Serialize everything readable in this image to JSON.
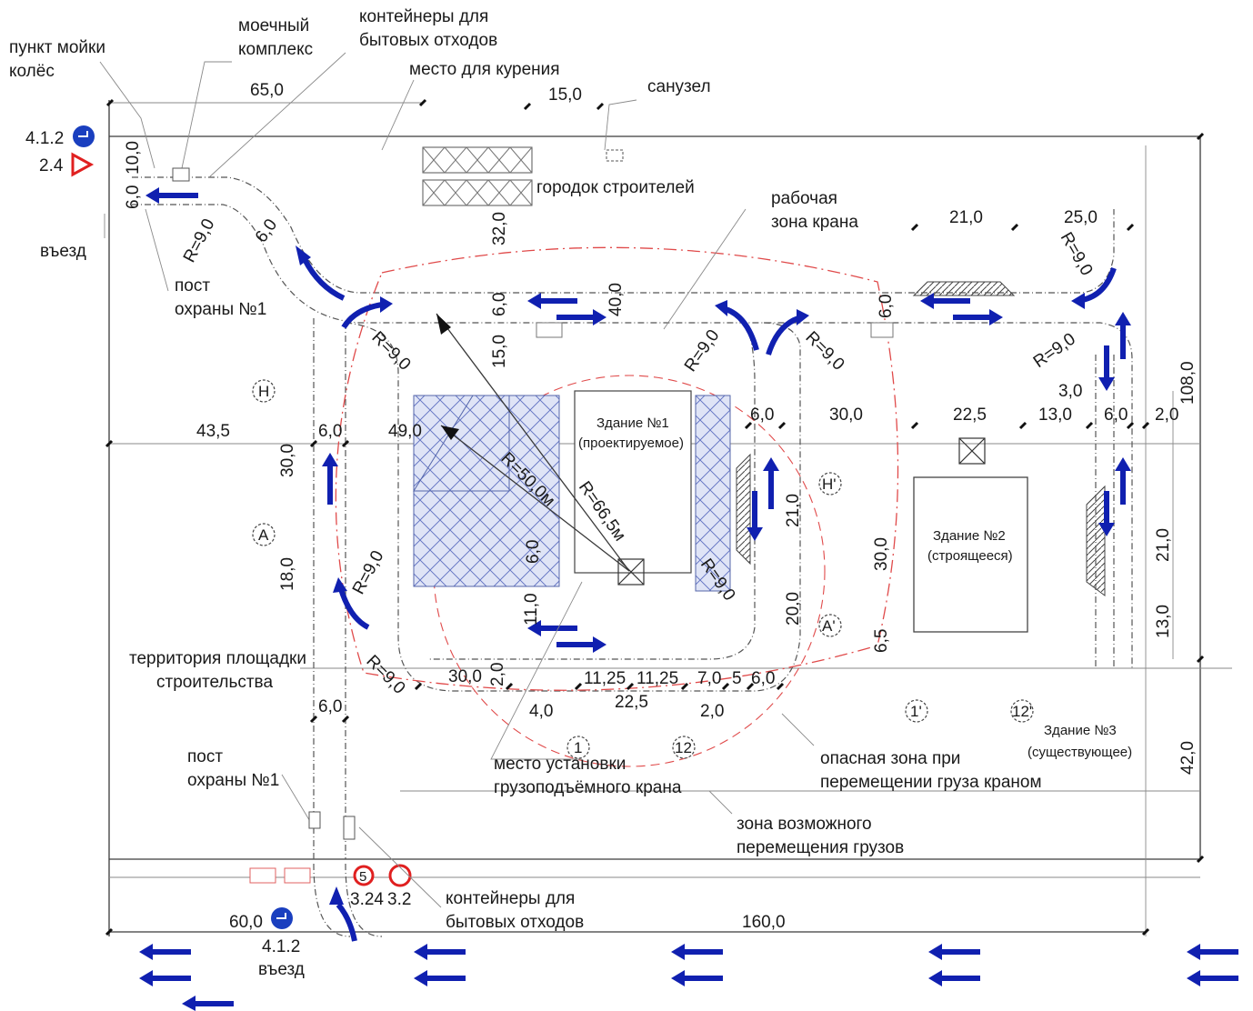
{
  "labels": {
    "wash": [
      "пункт мойки",
      "колёс"
    ],
    "wash_complex": [
      "моечный",
      "комплекс"
    ],
    "containers_top": [
      "контейнеры для",
      "бытовых отходов"
    ],
    "smoking": "место для курения",
    "toilet": "санузел",
    "town": "городок строителей",
    "crane_zone": [
      "рабочая",
      "зона крана"
    ],
    "entry_top": "въезд",
    "guard_top": [
      "пост",
      "охраны №1"
    ],
    "territory": [
      "территория площадки",
      "строительства"
    ],
    "guard_bottom": [
      "пост",
      "охраны №1"
    ],
    "crane_place": [
      "место установки",
      "грузоподъёмного крана"
    ],
    "danger_zone": [
      "опасная зона при",
      "перемещении груза краном"
    ],
    "load_zone": [
      "зона возможного",
      "перемещения грузов"
    ],
    "containers_bottom": [
      "контейнеры для",
      "бытовых отходов"
    ],
    "entry_bottom": "въезд",
    "building1": [
      "Здание №1",
      "(проектируемое)"
    ],
    "building2": [
      "Здание №2",
      "(строящееся)"
    ],
    "building3": [
      "Здание №3",
      "(существующее)"
    ]
  },
  "signs": {
    "top_blue": "4.1.2",
    "top_red": "2.4",
    "bottom_blue": "4.1.2",
    "bottom_speed": "60,0",
    "bottom_circle_num": "5",
    "bottom_left_code": "3.24",
    "bottom_right_code": "3.2"
  },
  "axes": [
    "H",
    "A",
    "H'",
    "A'",
    "1",
    "12",
    "1'",
    "12'"
  ],
  "dimensions": [
    "65,0",
    "15,0",
    "10,0",
    "6,0",
    "R=9,0",
    "6,0",
    "32,0",
    "6,0",
    "40,0",
    "15,0",
    "R=9,0",
    "R=9,0",
    "R=9,0",
    "21,0",
    "25,0",
    "R=9,0",
    "6,0",
    "R=9,0",
    "3,0",
    "43,5",
    "6,0",
    "49,0",
    "30,0",
    "R=50,0м",
    "R=66,5м",
    "6,0",
    "30,0",
    "22,5",
    "13,0",
    "6,0",
    "2,0",
    "108,0",
    "21,0",
    "30,0",
    "21,0",
    "18,0",
    "R=9,0",
    "6,0",
    "11,0",
    "R=9,0",
    "20,0",
    "6,5",
    "13,0",
    "R=9,0",
    "30,0",
    "2,0",
    "11,25",
    "11,25",
    "7,0",
    "5",
    "6,0",
    "6,0",
    "4,0",
    "22,5",
    "2,0",
    "42,0",
    "160,0"
  ]
}
